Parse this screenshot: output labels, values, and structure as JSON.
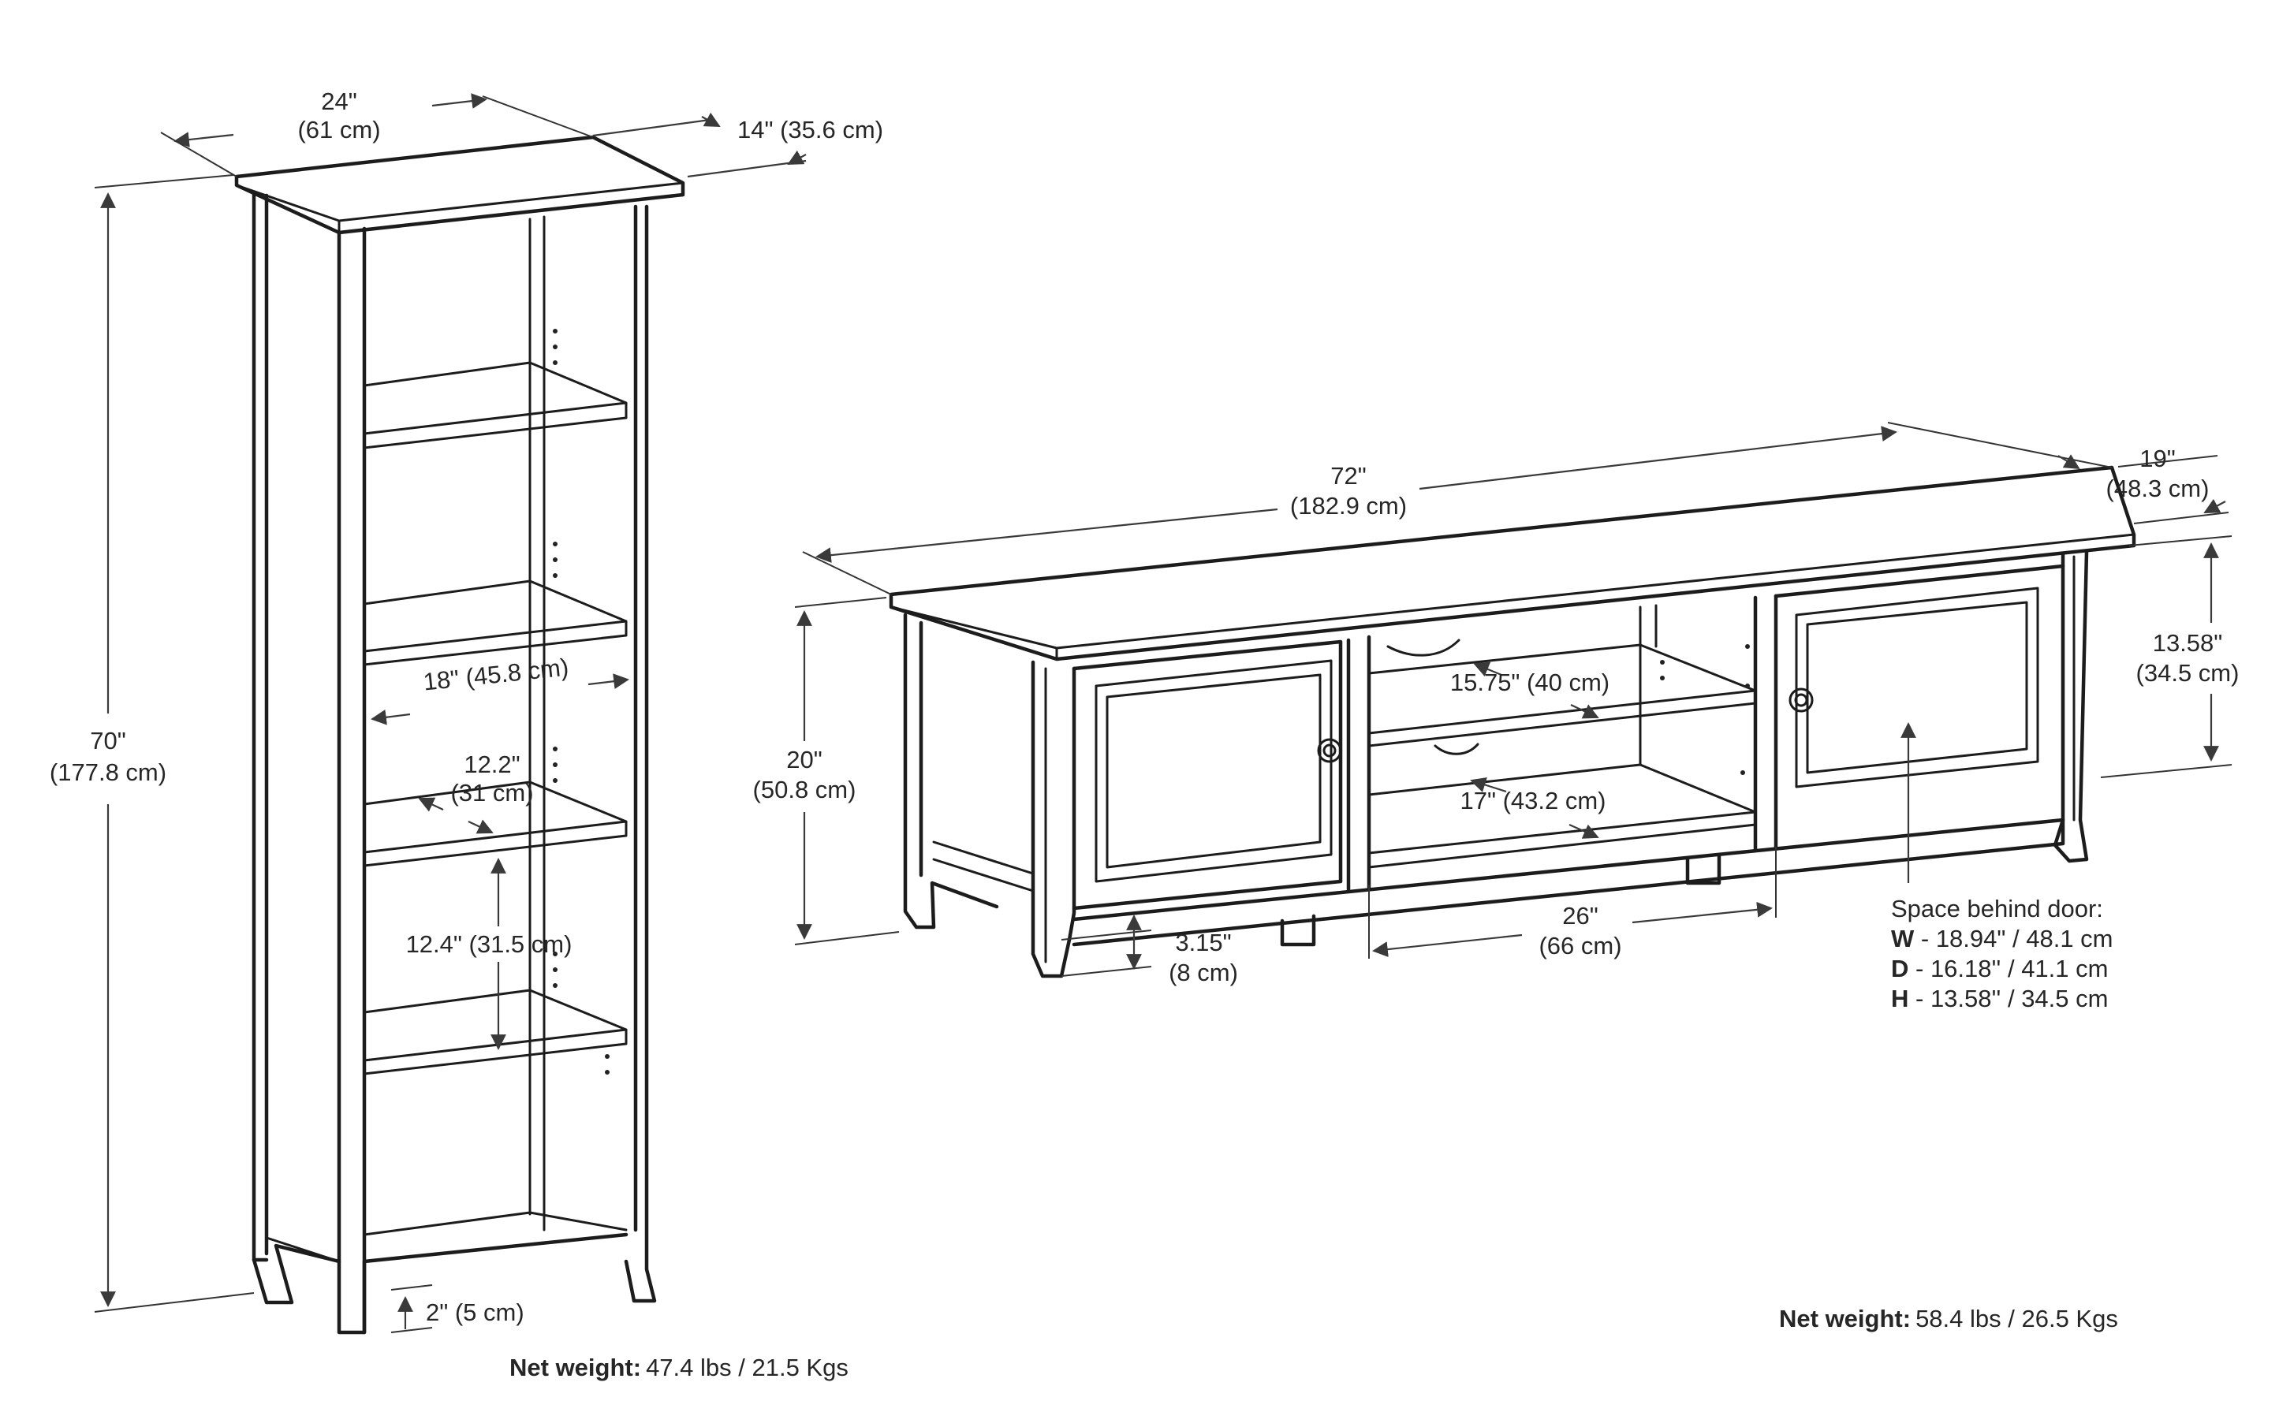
{
  "bookcase": {
    "width_in": "24\"",
    "width_cm": "(61 cm)",
    "depth": "14\" (35.6 cm)",
    "height_in": "70\"",
    "height_cm": "(177.8 cm)",
    "inner_width": "18\" (45.8 cm)",
    "shelf_depth_in": "12.2\"",
    "shelf_depth_cm": "(31 cm)",
    "shelf_spacing": "12.4\" (31.5 cm)",
    "leg_height": "2\" (5 cm)",
    "net_weight_label": "Net weight:",
    "net_weight_value": "47.4 lbs / 21.5 Kgs"
  },
  "tv_stand": {
    "width_in": "72\"",
    "width_cm": "(182.9 cm)",
    "depth_in": "19\"",
    "depth_cm": "(48.3 cm)",
    "height_in": "20\"",
    "height_cm": "(50.8 cm)",
    "cabinet_height_in": "13.58\"",
    "cabinet_height_cm": "(34.5 cm)",
    "upper_shelf_depth": "15.75\" (40 cm)",
    "lower_shelf_depth": "17\" (43.2 cm)",
    "center_width_in": "26\"",
    "center_width_cm": "(66 cm)",
    "leg_height_in": "3.15\"",
    "leg_height_cm": "(8 cm)",
    "behind_door_title": "Space behind door:",
    "behind_door": [
      {
        "key": "W",
        "value": " - 18.94\" / 48.1 cm"
      },
      {
        "key": "D",
        "value": " - 16.18'' / 41.1 cm"
      },
      {
        "key": "H",
        "value": " - 13.58'' / 34.5 cm"
      }
    ],
    "net_weight_label": "Net weight:",
    "net_weight_value": "58.4 lbs / 26.5 Kgs"
  }
}
